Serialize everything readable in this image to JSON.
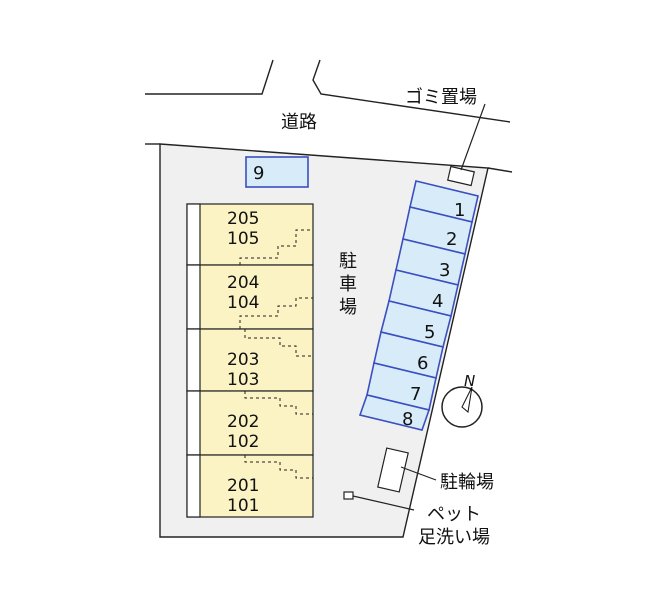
{
  "labels": {
    "road": "道路",
    "garbage": "ゴミ置場",
    "parking": [
      "駐",
      "車",
      "場"
    ],
    "bicycle": "駐輪場",
    "pet_wash_line1": "ペット",
    "pet_wash_line2": "足洗い場",
    "north": "N"
  },
  "units": [
    {
      "upper": "205",
      "lower": "105"
    },
    {
      "upper": "204",
      "lower": "104"
    },
    {
      "upper": "203",
      "lower": "103"
    },
    {
      "upper": "202",
      "lower": "102"
    },
    {
      "upper": "201",
      "lower": "101"
    }
  ],
  "parking_spaces": [
    "1",
    "2",
    "3",
    "4",
    "5",
    "6",
    "7",
    "8"
  ],
  "visitor_space": "9",
  "colors": {
    "building_fill": "#fbf3c3",
    "parking_fill": "#d8ebf8",
    "parking_stroke": "#3a4fc0",
    "lot_fill": "#f0f0f0",
    "line": "#222222"
  }
}
